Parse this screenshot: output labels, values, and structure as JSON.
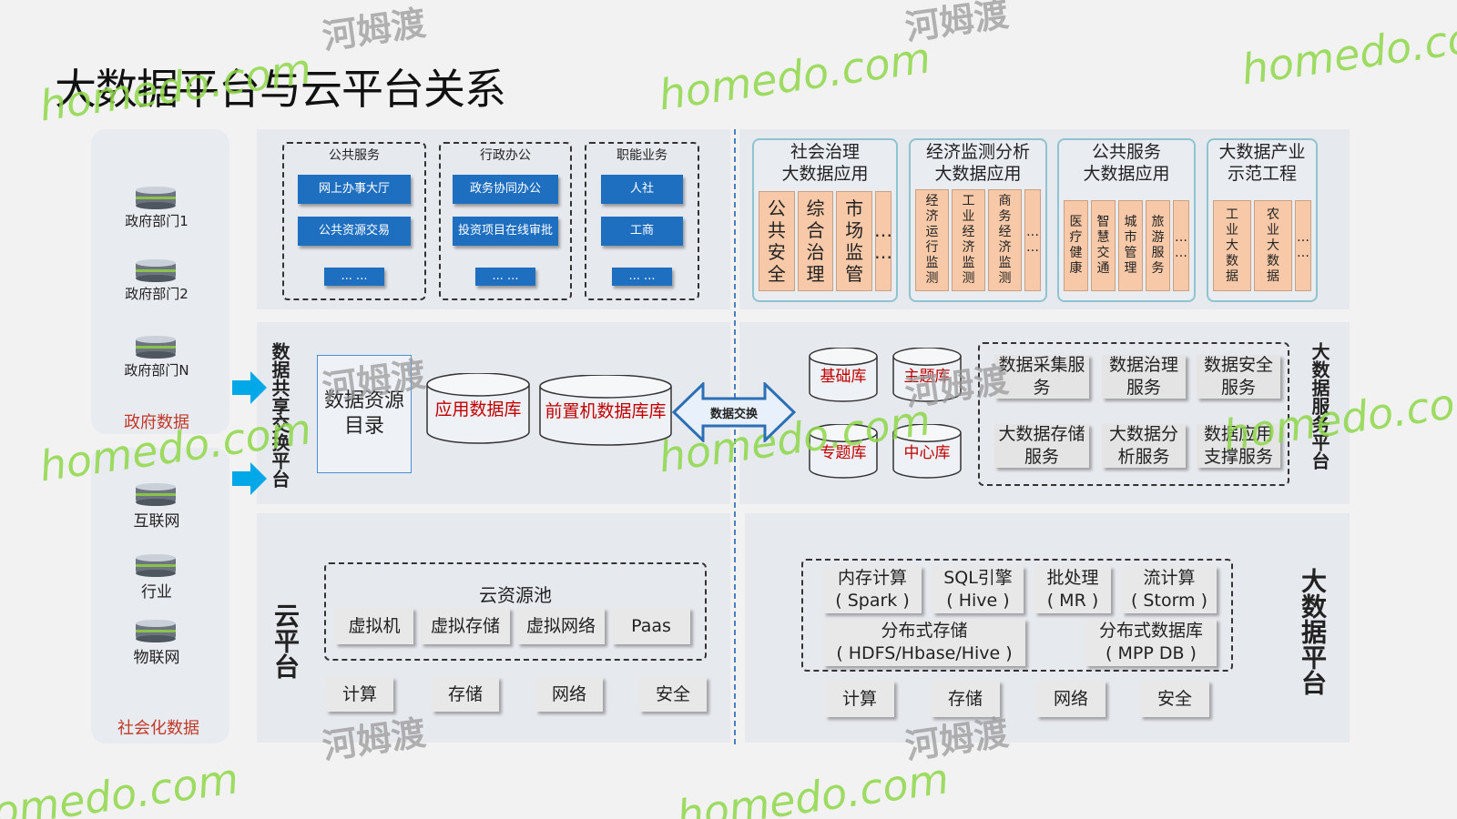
{
  "title": "大数据平台与云平台关系",
  "sources": {
    "gov": [
      "政府部门1",
      "政府部门2",
      "政府部门N"
    ],
    "gov_label": "政府数据",
    "social": [
      "互联网",
      "行业",
      "物联网"
    ],
    "social_label": "社会化数据"
  },
  "gov_apps": [
    {
      "title": "公共服务",
      "items": [
        "网上办事大厅",
        "公共资源交易",
        "... ..."
      ]
    },
    {
      "title": "行政办公",
      "items": [
        "政务协同办公",
        "投资项目在线审批",
        "... ..."
      ]
    },
    {
      "title": "职能业务",
      "items": [
        "人社",
        "工商",
        "... ..."
      ]
    }
  ],
  "bigdata_apps": [
    {
      "title": "社会治理\n大数据应用",
      "cells": [
        "公共安全",
        "综合治理",
        "市场监管",
        "..."
      ]
    },
    {
      "title": "经济监测分析\n大数据应用",
      "cells": [
        "经济运行监测",
        "工业经济监测",
        "商务经济监测",
        "..."
      ]
    },
    {
      "title": "公共服务\n大数据应用",
      "cells": [
        "医疗健康",
        "智慧交通",
        "城市管理",
        "旅游服务",
        "..."
      ]
    },
    {
      "title": "大数据产业\n示范工程",
      "cells": [
        "工业大数据",
        "农业大数据",
        "..."
      ]
    }
  ],
  "exchange": {
    "label": "数据共享交换平台",
    "catalog": "数据资源目录",
    "app_db": "应用数据库",
    "front_db": "前置机数据库库",
    "arrow": "数据交换",
    "dbs": [
      "基础库",
      "主题库",
      "专题库",
      "中心库"
    ]
  },
  "bigdata_service": {
    "label": "大数据服务平台",
    "items": [
      "数据采集服务",
      "数据治理服务",
      "数据安全服务",
      "大数据存储服务",
      "大数据分析服务",
      "数据应用支撑服务"
    ]
  },
  "cloud": {
    "label": "云平台",
    "pool_title": "云资源池",
    "pool": [
      "虚拟机",
      "虚拟存储",
      "虚拟网络",
      "Paas"
    ],
    "base": [
      "计算",
      "存储",
      "网络",
      "安全"
    ]
  },
  "bigdata_platform": {
    "label": "大数据平台",
    "engines": [
      "内存计算\n( Spark )",
      "SQL引擎\n( Hive )",
      "批处理\n( MR )",
      "流计算\n( Storm )"
    ],
    "storage": [
      "分布式存储\n( HDFS/Hbase/Hive )",
      "分布式数据库\n( MPP DB )"
    ],
    "base": [
      "计算",
      "存储",
      "网络",
      "安全"
    ]
  },
  "watermark": {
    "brand": "homedo.com",
    "cn": "河姆渡"
  },
  "colors": {
    "blue_btn": "#1f6fc0",
    "peach": "#f8c9a8",
    "red": "#c00000",
    "arrow": "#00a8e8"
  }
}
